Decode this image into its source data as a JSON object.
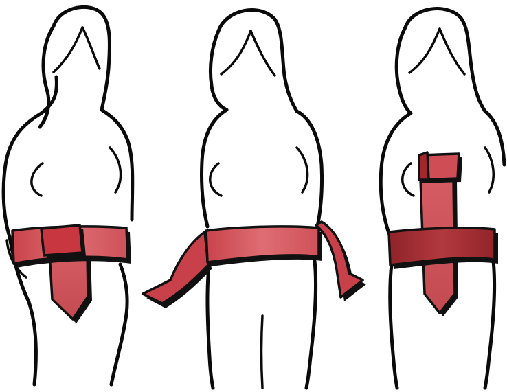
{
  "figures": [
    {
      "id": "figure-left",
      "wrap_style": "knot-front-tail-down"
    },
    {
      "id": "figure-middle",
      "wrap_style": "ends-hanging-sides"
    },
    {
      "id": "figure-right",
      "wrap_style": "cross-vertical-horizontal"
    }
  ],
  "colors": {
    "sash_light": "#d9636a",
    "sash_mid": "#c8484f",
    "sash_dark": "#9e2a2f",
    "outline": "#0a0a0a",
    "background": "#ffffff"
  }
}
